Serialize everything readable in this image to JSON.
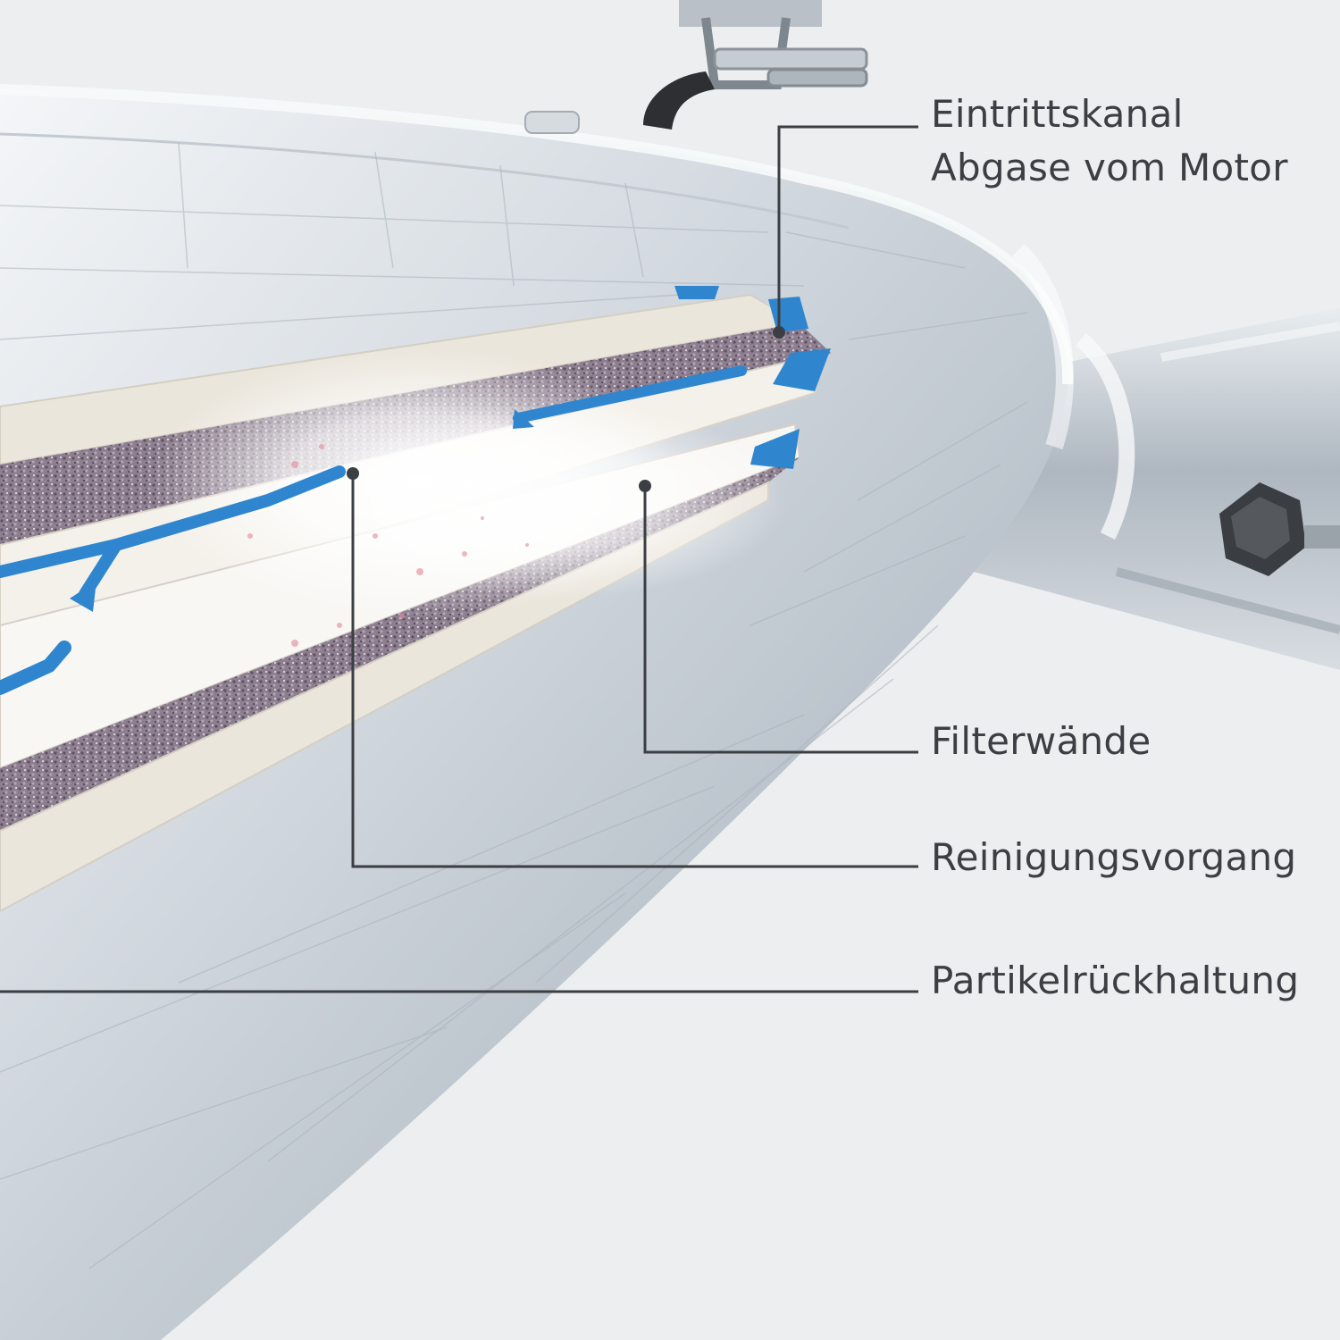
{
  "callouts": {
    "inlet_line1": "Eintrittskanal",
    "inlet_line2": "Abgase vom Motor",
    "filter_walls": "Filterwände",
    "cleaning": "Reinigungsvorgang",
    "particle_retention": "Partikelrückhaltung"
  },
  "colors": {
    "background": "#eceeef",
    "housing": "#c9d0d7",
    "wall": "#ebe7df",
    "flow_arrow": "#2f86cf",
    "soot": "#7c6a7d",
    "leader_line": "#3b3e42"
  }
}
